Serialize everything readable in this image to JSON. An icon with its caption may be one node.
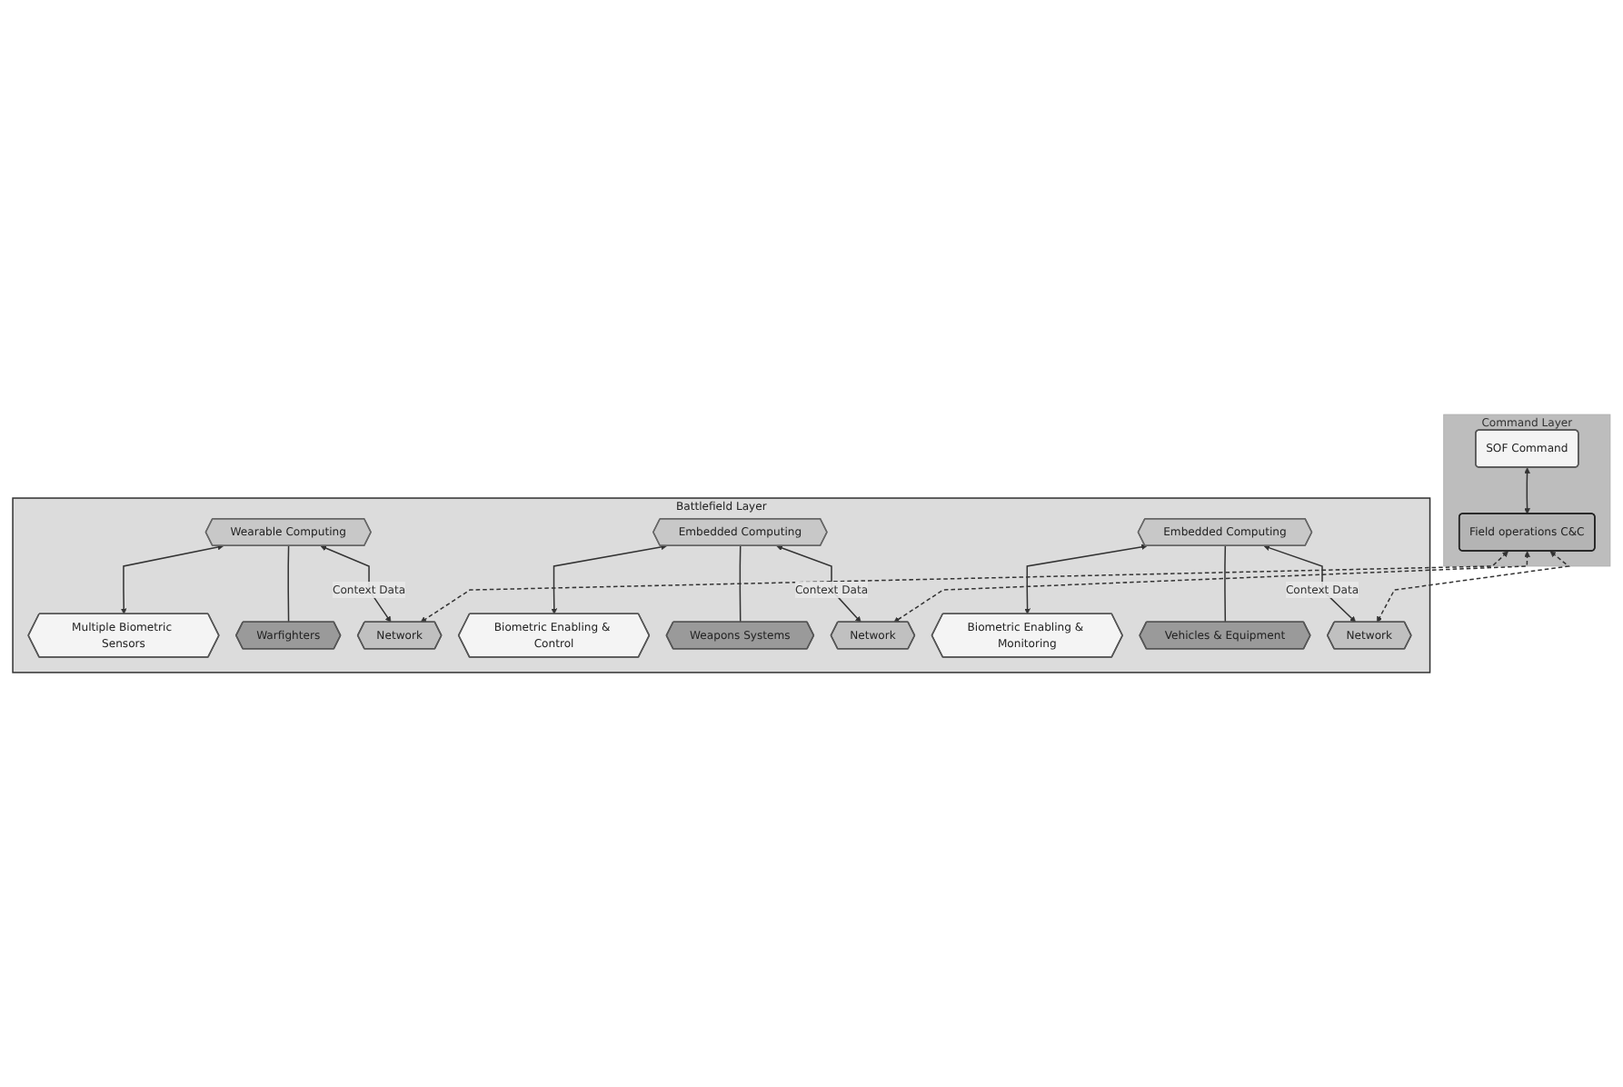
{
  "diagram": {
    "nodes": [
      {
        "text": [
          "Command Layer"
        ]
      },
      {
        "text": [
          "SOF Command"
        ],
        "in": 0
      },
      {
        "text": [
          "Field operations C&C"
        ],
        "in": 0
      },
      {
        "text": [
          "Battlefield Layer"
        ]
      },
      {
        "text": [
          "Wearable Computing"
        ],
        "in": 3
      },
      {
        "text": [
          "Embedded Computing"
        ],
        "in": 3
      },
      {
        "text": [
          "Embedded Computing"
        ],
        "in": 3
      },
      {
        "text": [
          "Multiple Biometric Sensors"
        ],
        "in": 3
      },
      {
        "text": [
          "Warfighters"
        ],
        "in": 3
      },
      {
        "text": [
          "Network"
        ],
        "in": 3
      },
      {
        "text": [
          "Biometric Enabling & Control"
        ],
        "in": 3
      },
      {
        "text": [
          "Weapons Systems"
        ],
        "in": 3
      },
      {
        "text": [
          "Network"
        ],
        "in": 3
      },
      {
        "text": [
          "Biometric Enabling & Monitoring"
        ],
        "in": 3
      },
      {
        "text": [
          "Vehicles & Equipment"
        ],
        "in": 3
      },
      {
        "text": [
          "Network"
        ],
        "in": 3
      }
    ],
    "edges": [
      {
        "from": 1,
        "to": 2,
        "arrow": "both"
      },
      {
        "from": 4,
        "to": 7,
        "arrow": "both"
      },
      {
        "from": 4,
        "to": 8,
        "arrow": "none"
      },
      {
        "from": 4,
        "to": 9,
        "arrow": "both",
        "label": "Context Data"
      },
      {
        "from": 2,
        "to": 9,
        "arrow": "both",
        "style": "dashed"
      },
      {
        "from": 5,
        "to": 10,
        "arrow": "both"
      },
      {
        "from": 5,
        "to": 11,
        "arrow": "none"
      },
      {
        "from": 5,
        "to": 12,
        "arrow": "both",
        "label": "Context Data"
      },
      {
        "from": 2,
        "to": 12,
        "arrow": "both",
        "style": "dashed"
      },
      {
        "from": 6,
        "to": 13,
        "arrow": "both"
      },
      {
        "from": 6,
        "to": 14,
        "arrow": "none"
      },
      {
        "from": 6,
        "to": 15,
        "arrow": "both",
        "label": "Context Data"
      },
      {
        "from": 2,
        "to": 15,
        "arrow": "both",
        "style": "dashed"
      }
    ]
  }
}
